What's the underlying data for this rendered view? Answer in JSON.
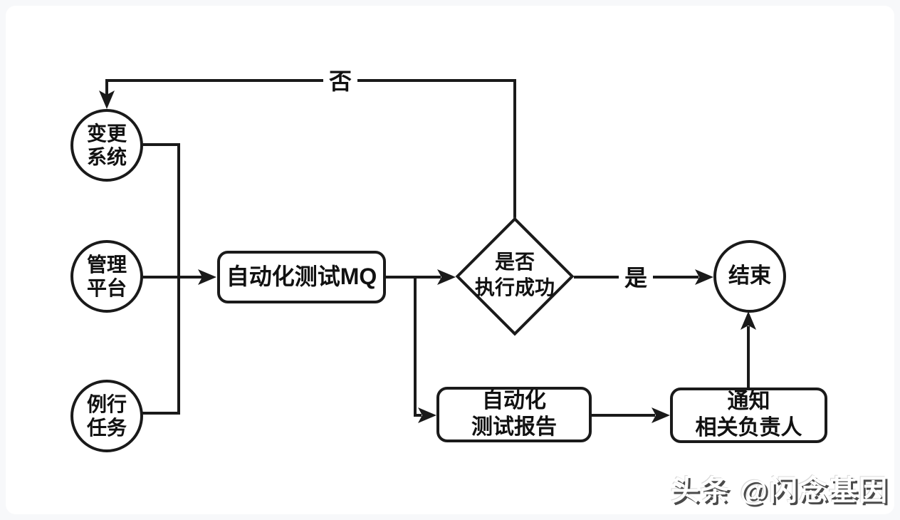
{
  "diagram": {
    "title_hint": "automated-test-flowchart",
    "colors": {
      "stroke": "#1a1a1a",
      "node_fill": "#ffffff",
      "page_background": "#f7f8fa",
      "card_background": "#ffffff",
      "text": "#111111"
    },
    "nodes": {
      "change_system": {
        "line1": "变更",
        "line2": "系统"
      },
      "management_platform": {
        "line1": "管理",
        "line2": "平台"
      },
      "routine_task": {
        "line1": "例行",
        "line2": "任务"
      },
      "auto_test_mq": {
        "label": "自动化测试MQ"
      },
      "decision": {
        "line1": "是否",
        "line2": "执行成功"
      },
      "end": {
        "label": "结束"
      },
      "auto_test_report": {
        "line1": "自动化",
        "line2": "测试报告"
      },
      "notify_owner": {
        "line1": "通知",
        "line2": "相关负责人"
      }
    },
    "edge_labels": {
      "no": "否",
      "yes": "是"
    }
  },
  "watermark": {
    "text": "头条 @闪念基因"
  }
}
